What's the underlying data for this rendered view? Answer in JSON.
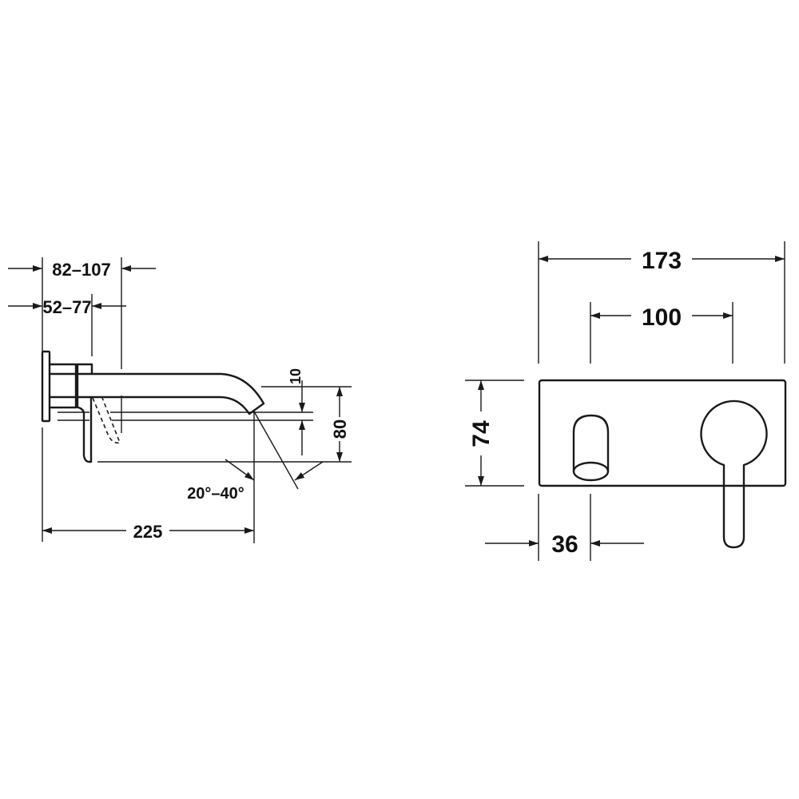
{
  "drawing": {
    "title": "Wall-mounted basin mixer dimension drawing",
    "background": "#ffffff",
    "line_color": "#1a1a1a",
    "side_view": {
      "dimensions": {
        "wall_depth_total": "82–107",
        "wall_depth_lever": "52–77",
        "spout_drop": "10",
        "height_total": "80",
        "spray_angle": "20°–40°",
        "projection": "225"
      }
    },
    "front_view": {
      "dimensions": {
        "plate_width": "173",
        "axis_distance": "100",
        "plate_height": "74",
        "spout_offset": "36"
      }
    }
  }
}
